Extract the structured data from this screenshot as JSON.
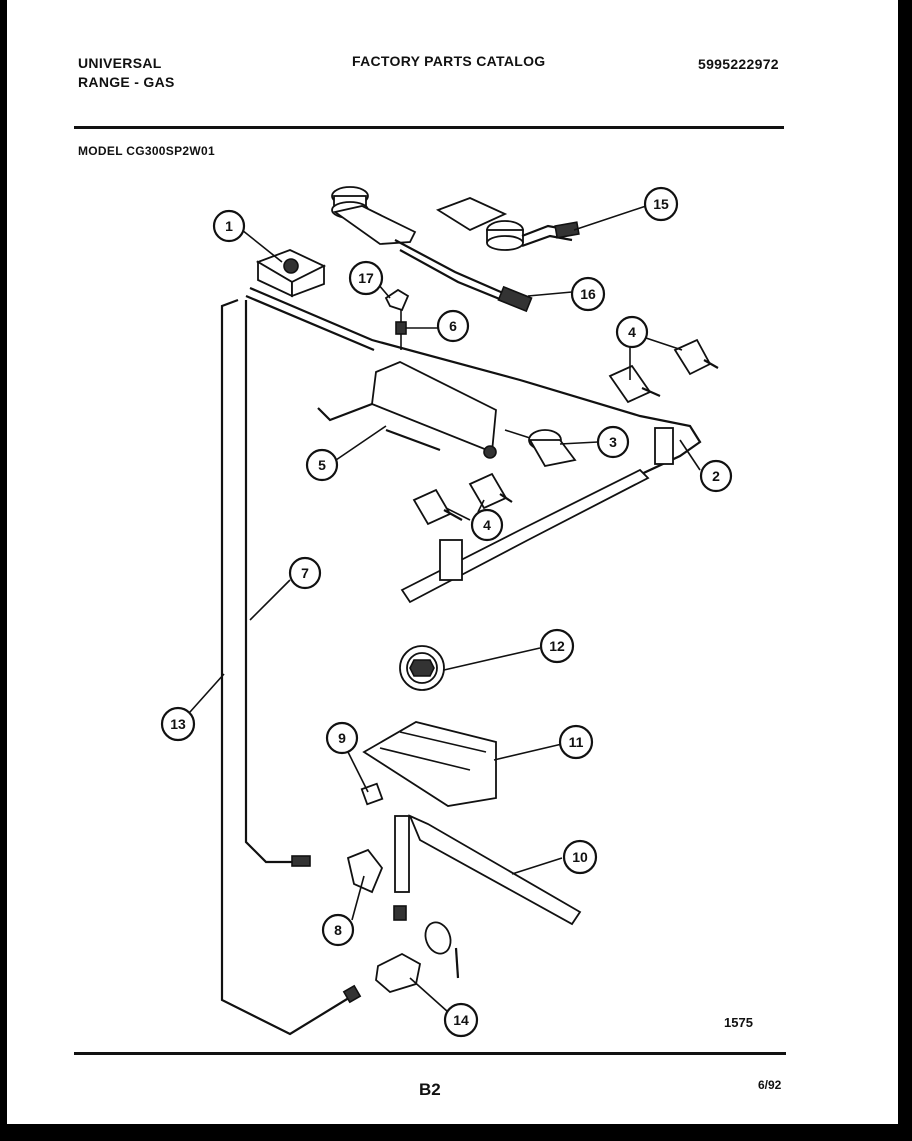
{
  "header": {
    "brand_line1": "UNIVERSAL",
    "brand_line2": "RANGE - GAS",
    "catalog_title": "FACTORY PARTS CATALOG",
    "part_number": "5995222972",
    "model": "MODEL  CG300SP2W01"
  },
  "footer": {
    "figure_number": "1575",
    "page_number": "B2",
    "date": "6/92"
  },
  "callouts": [
    {
      "id": "c1",
      "label": "1"
    },
    {
      "id": "c2",
      "label": "2"
    },
    {
      "id": "c3",
      "label": "3"
    },
    {
      "id": "c4a",
      "label": "4"
    },
    {
      "id": "c4b",
      "label": "4"
    },
    {
      "id": "c5",
      "label": "5"
    },
    {
      "id": "c6",
      "label": "6"
    },
    {
      "id": "c7",
      "label": "7"
    },
    {
      "id": "c8",
      "label": "8"
    },
    {
      "id": "c9",
      "label": "9"
    },
    {
      "id": "c10",
      "label": "10"
    },
    {
      "id": "c11",
      "label": "11"
    },
    {
      "id": "c12",
      "label": "12"
    },
    {
      "id": "c13",
      "label": "13"
    },
    {
      "id": "c14",
      "label": "14"
    },
    {
      "id": "c15",
      "label": "15"
    },
    {
      "id": "c16",
      "label": "16"
    },
    {
      "id": "c17",
      "label": "17"
    }
  ]
}
